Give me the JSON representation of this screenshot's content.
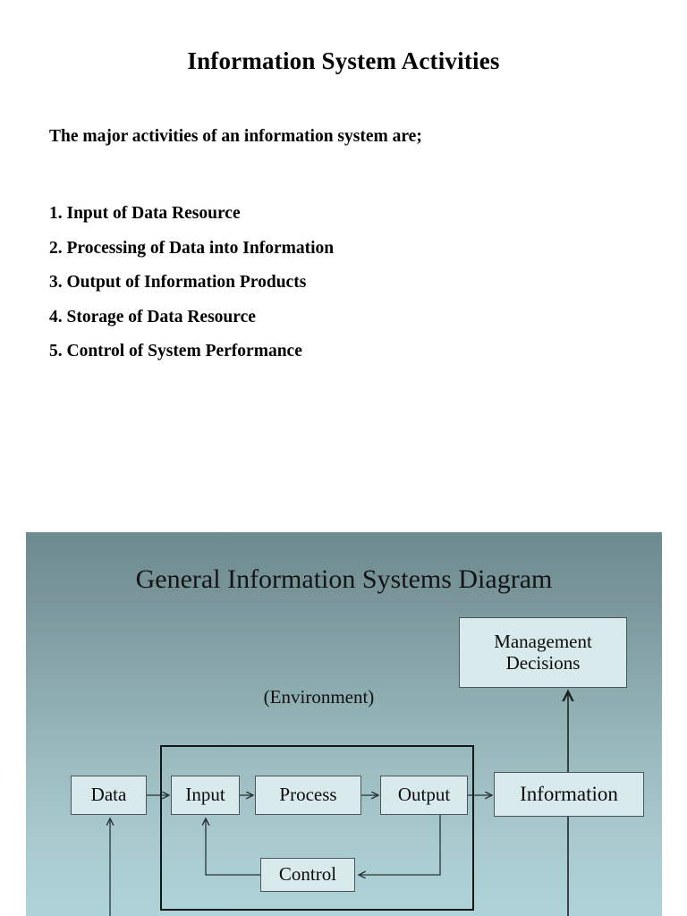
{
  "slide": {
    "title": "Information System Activities",
    "lead": "The major activities of an information system are;",
    "activities": [
      "1. Input of Data Resource",
      "2. Processing of Data into Information",
      "3. Output of Information Products",
      "4. Storage of Data Resource",
      "5. Control of System Performance"
    ]
  },
  "diagram": {
    "title": "General Information Systems Diagram",
    "environment_label": "(Environment)",
    "nodes": {
      "data": "Data",
      "input": "Input",
      "process": "Process",
      "output": "Output",
      "information": "Information",
      "control": "Control",
      "management_line1": "Management",
      "management_line2": "Decisions"
    },
    "flow": [
      {
        "from": "Data",
        "to": "Input"
      },
      {
        "from": "Input",
        "to": "Process"
      },
      {
        "from": "Process",
        "to": "Output"
      },
      {
        "from": "Output",
        "to": "Information"
      },
      {
        "from": "Output",
        "to": "Control"
      },
      {
        "from": "Control",
        "to": "Input"
      },
      {
        "from": "Information",
        "to": "Management Decisions"
      }
    ],
    "colors": {
      "panel_top": "#6c8b90",
      "panel_bottom": "#aed3d9",
      "node_fill": "#d9eaec",
      "node_border": "#4c5658",
      "boundary_border": "#11181a",
      "text": "#000000",
      "page_background": "#ffffff"
    }
  }
}
